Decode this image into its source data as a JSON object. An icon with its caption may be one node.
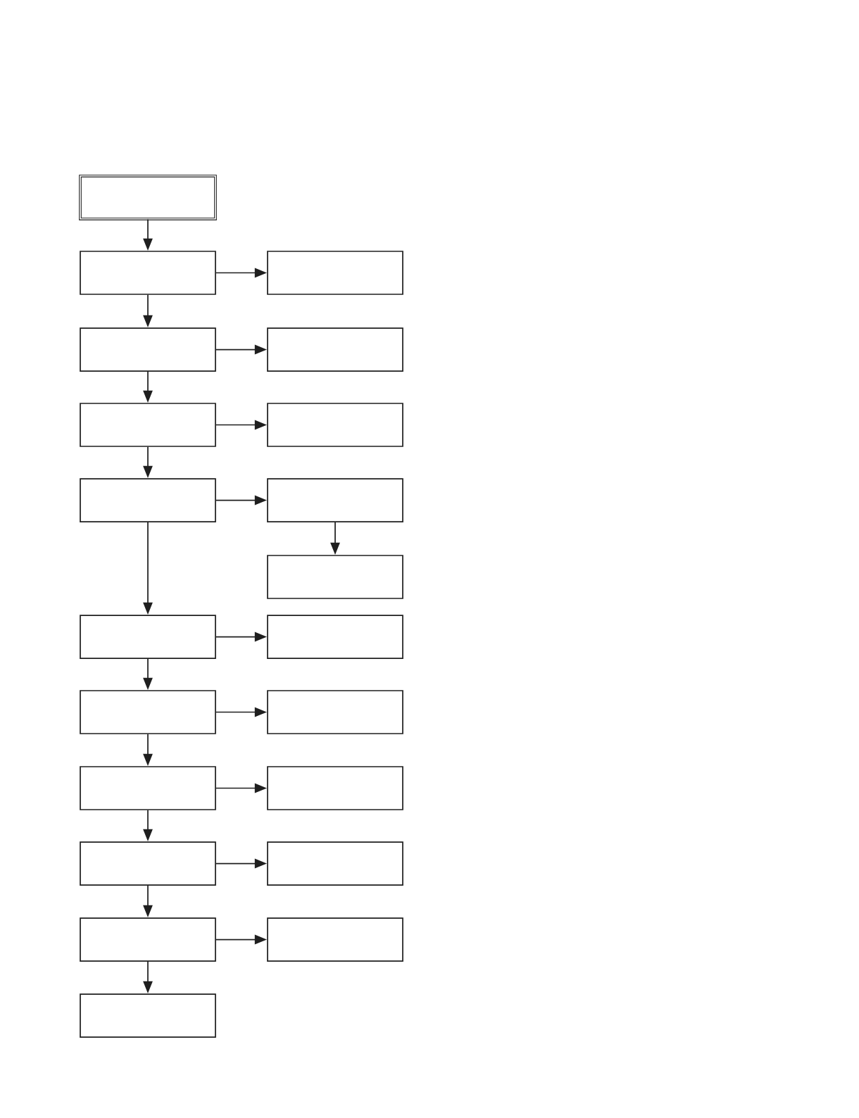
{
  "diagram": {
    "nodes": [
      {
        "text": [],
        "shape": "box"
      },
      {
        "text": [],
        "shape": "box"
      },
      {
        "text": [],
        "shape": "box"
      },
      {
        "text": [],
        "shape": "box"
      },
      {
        "text": [],
        "shape": "box"
      },
      {
        "text": [],
        "shape": "box"
      },
      {
        "text": [],
        "shape": "box"
      },
      {
        "text": [],
        "shape": "box"
      },
      {
        "text": [],
        "shape": "box"
      },
      {
        "text": [],
        "shape": "box"
      },
      {
        "text": [],
        "shape": "box"
      },
      {
        "text": [],
        "shape": "box"
      },
      {
        "text": [],
        "shape": "box"
      },
      {
        "text": [],
        "shape": "box"
      },
      {
        "text": [],
        "shape": "box"
      },
      {
        "text": [],
        "shape": "box"
      },
      {
        "text": [],
        "shape": "box"
      },
      {
        "text": [],
        "shape": "box"
      },
      {
        "text": [],
        "shape": "box"
      },
      {
        "text": [],
        "shape": "box"
      },
      {
        "text": [],
        "shape": "box"
      }
    ],
    "edges": [
      {
        "from": 0,
        "to": 1,
        "arrow": "to"
      },
      {
        "from": 1,
        "to": 2,
        "arrow": "to"
      },
      {
        "from": 1,
        "to": 3,
        "arrow": "to"
      },
      {
        "from": 3,
        "to": 4,
        "arrow": "to"
      },
      {
        "from": 3,
        "to": 5,
        "arrow": "to"
      },
      {
        "from": 5,
        "to": 6,
        "arrow": "to"
      },
      {
        "from": 5,
        "to": 7,
        "arrow": "to"
      },
      {
        "from": 7,
        "to": 8,
        "arrow": "to"
      },
      {
        "from": 8,
        "to": 9,
        "arrow": "to"
      },
      {
        "from": 7,
        "to": 10,
        "arrow": "to"
      },
      {
        "from": 10,
        "to": 11,
        "arrow": "to"
      },
      {
        "from": 10,
        "to": 12,
        "arrow": "to"
      },
      {
        "from": 12,
        "to": 13,
        "arrow": "to"
      },
      {
        "from": 12,
        "to": 14,
        "arrow": "to"
      },
      {
        "from": 14,
        "to": 15,
        "arrow": "to"
      },
      {
        "from": 14,
        "to": 16,
        "arrow": "to"
      },
      {
        "from": 16,
        "to": 17,
        "arrow": "to"
      },
      {
        "from": 16,
        "to": 18,
        "arrow": "to"
      },
      {
        "from": 18,
        "to": 19,
        "arrow": "to"
      },
      {
        "from": 18,
        "to": 20,
        "arrow": "to"
      }
    ]
  }
}
